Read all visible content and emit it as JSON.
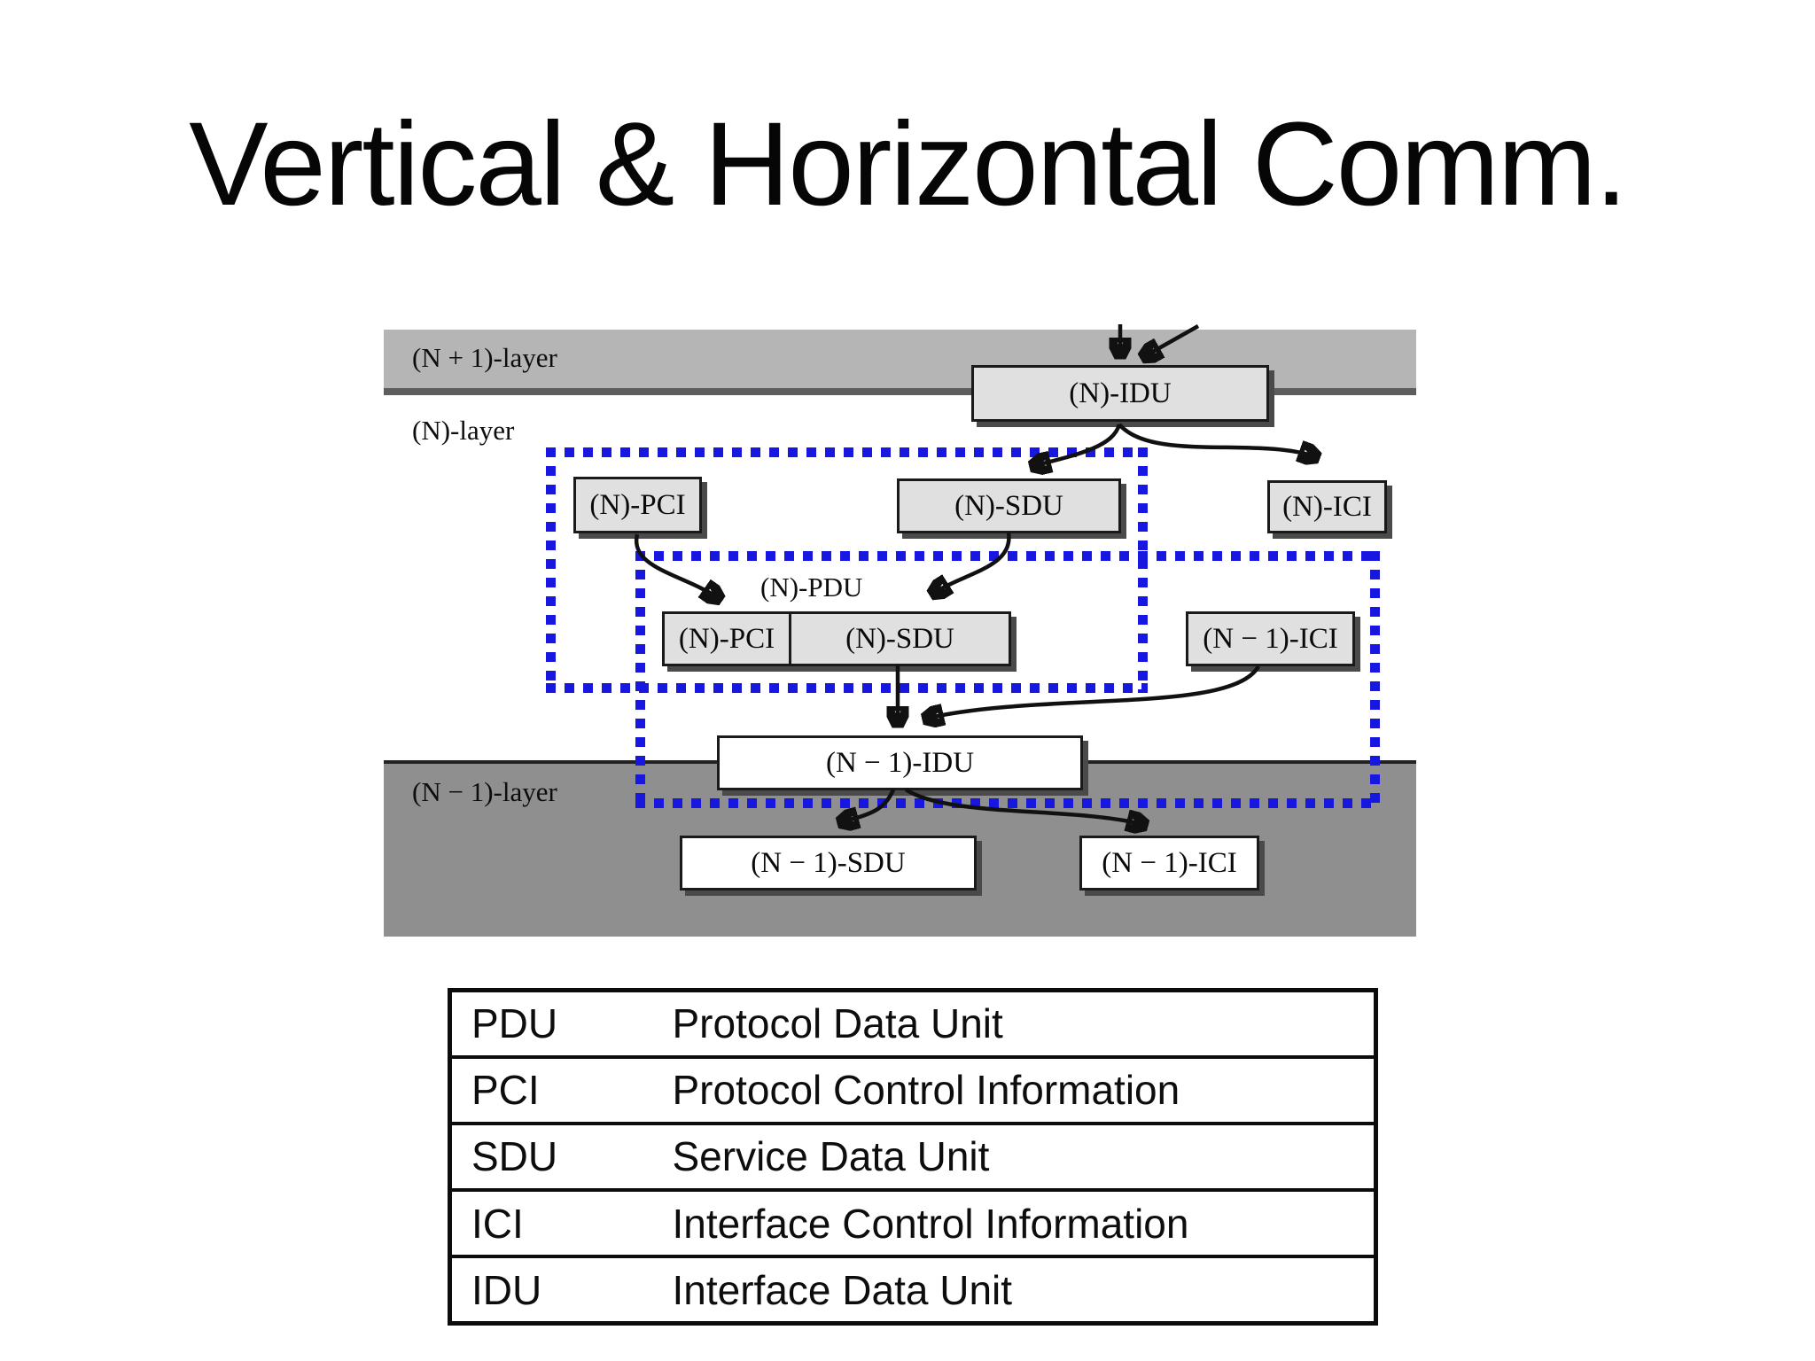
{
  "slide": {
    "title": "Vertical & Horizontal Comm."
  },
  "diagram": {
    "layer_labels": {
      "n_plus_1": "(N + 1)-layer",
      "n": "(N)-layer",
      "n_minus_1": "(N − 1)-layer"
    },
    "boxes": {
      "n_idu": "(N)-IDU",
      "n_pci": "(N)-PCI",
      "n_sdu": "(N)-SDU",
      "n_ici": "(N)-ICI",
      "pdu_label": "(N)-PDU",
      "pdu_pci_cell": "(N)-PCI",
      "pdu_sdu_cell": "(N)-SDU",
      "n_minus_1_ici_upper": "(N − 1)-ICI",
      "n_minus_1_idu": "(N − 1)-IDU",
      "n_minus_1_sdu": "(N − 1)-SDU",
      "n_minus_1_ici_lower": "(N − 1)-ICI"
    },
    "colors": {
      "dotted_outline_blue": "#1717e0",
      "upper_layer_gray": "#b5b5b5",
      "lower_layer_gray": "#8f8f8f",
      "box_fill_gray": "#e0e0e0",
      "box_fill_white": "#ffffff"
    }
  },
  "legend": {
    "rows": [
      {
        "abbr": "PDU",
        "definition": "Protocol Data Unit"
      },
      {
        "abbr": "PCI",
        "definition": "Protocol Control Information"
      },
      {
        "abbr": "SDU",
        "definition": "Service Data Unit"
      },
      {
        "abbr": "ICI",
        "definition": "Interface Control Information"
      },
      {
        "abbr": "IDU",
        "definition": "Interface Data Unit"
      }
    ]
  }
}
